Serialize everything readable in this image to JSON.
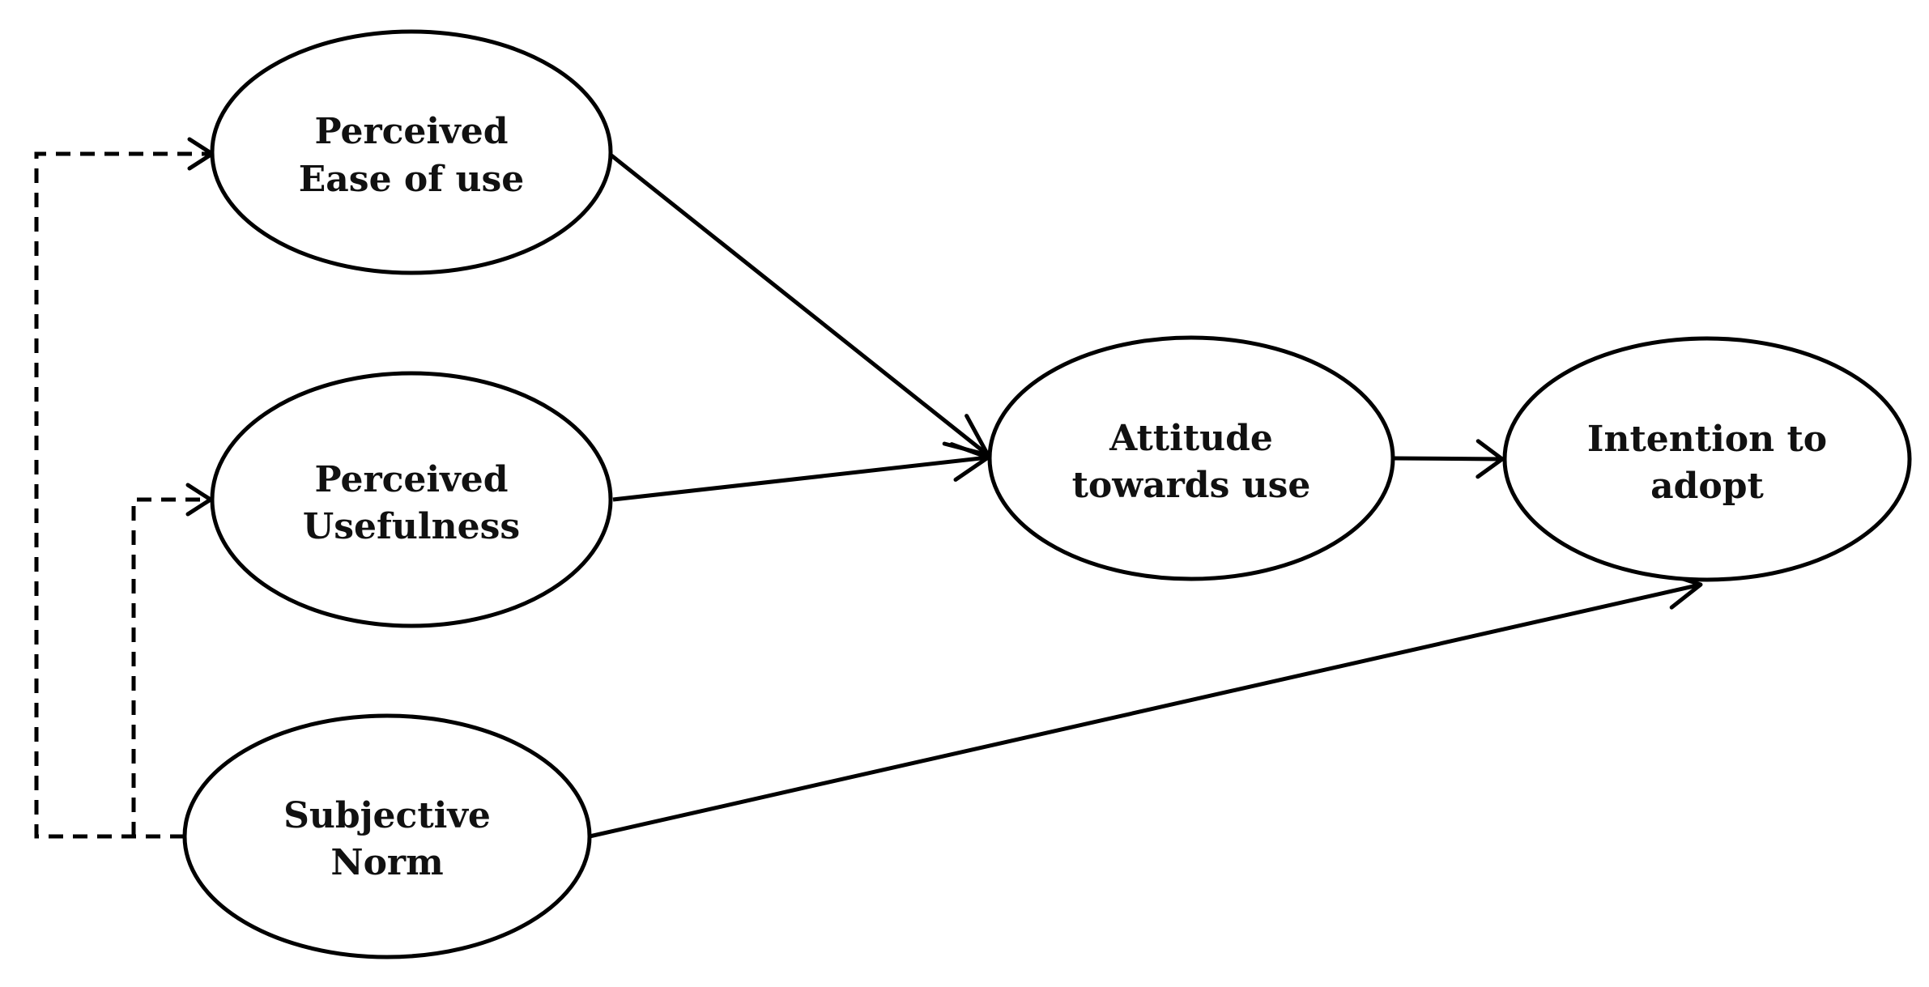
{
  "colors": {
    "background": "#ffffff",
    "stroke": "#000000",
    "text": "#111111"
  },
  "nodes": {
    "peou": {
      "line1": "Perceived",
      "line2": "Ease of use"
    },
    "pu": {
      "line1": "Perceived",
      "line2": "Usefulness"
    },
    "sn": {
      "line1": "Subjective",
      "line2": "Norm"
    },
    "atu": {
      "line1": "Attitude",
      "line2": "towards use"
    },
    "ita": {
      "line1": "Intention to",
      "line2": "adopt"
    }
  },
  "edges": [
    {
      "from": "peou",
      "to": "atu",
      "style": "solid"
    },
    {
      "from": "pu",
      "to": "atu",
      "style": "solid"
    },
    {
      "from": "atu",
      "to": "ita",
      "style": "solid"
    },
    {
      "from": "sn",
      "to": "ita",
      "style": "solid"
    },
    {
      "from": "sn",
      "to": "peou",
      "style": "dashed"
    },
    {
      "from": "sn",
      "to": "pu",
      "style": "dashed"
    }
  ]
}
